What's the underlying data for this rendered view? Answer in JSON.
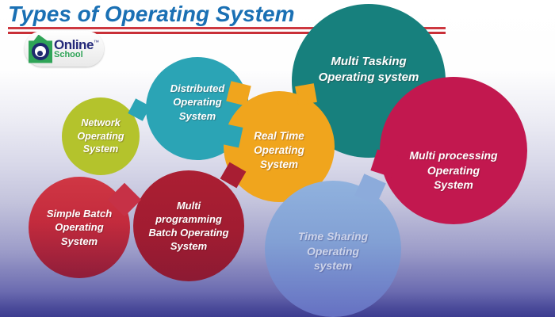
{
  "header": {
    "title": "Types of Operating System",
    "title_color": "#1a70b4",
    "underline_color": "#cd3840"
  },
  "logo": {
    "name": "Online",
    "trademark": "™",
    "sub": "School",
    "icon": "online-school-ring-logo",
    "name_color": "#252a7a",
    "sub_color": "#2fa457"
  },
  "background": {
    "gradient_top": "#ffffff",
    "gradient_bottom": "#3c3c90"
  },
  "bubbles": [
    {
      "key": "multi-tasking",
      "lines": [
        "Multi Tasking",
        "Operating system"
      ],
      "color": "#17807d"
    },
    {
      "key": "distributed",
      "lines": [
        "Distributed",
        "Operating",
        "System"
      ],
      "color": "#2ba4b5"
    },
    {
      "key": "network",
      "lines": [
        "Network",
        "Operating",
        "System"
      ],
      "color": "#b4c32c"
    },
    {
      "key": "real-time",
      "lines": [
        "Real Time",
        "Operating",
        "System"
      ],
      "color": "#f0a51d"
    },
    {
      "key": "multi-processing",
      "lines": [
        "Multi processing",
        "Operating",
        "System"
      ],
      "color": "#c2184f"
    },
    {
      "key": "simple-batch",
      "lines": [
        "Simple Batch",
        "Operating",
        "System"
      ],
      "color": "#c32b3d"
    },
    {
      "key": "multi-programming-batch",
      "lines": [
        "Multi",
        "programming",
        "Batch Operating",
        "System"
      ],
      "color": "#a11c31"
    },
    {
      "key": "time-sharing",
      "lines": [
        "Time Sharing",
        "Operating",
        "system"
      ],
      "color": "#82a0d4"
    }
  ]
}
